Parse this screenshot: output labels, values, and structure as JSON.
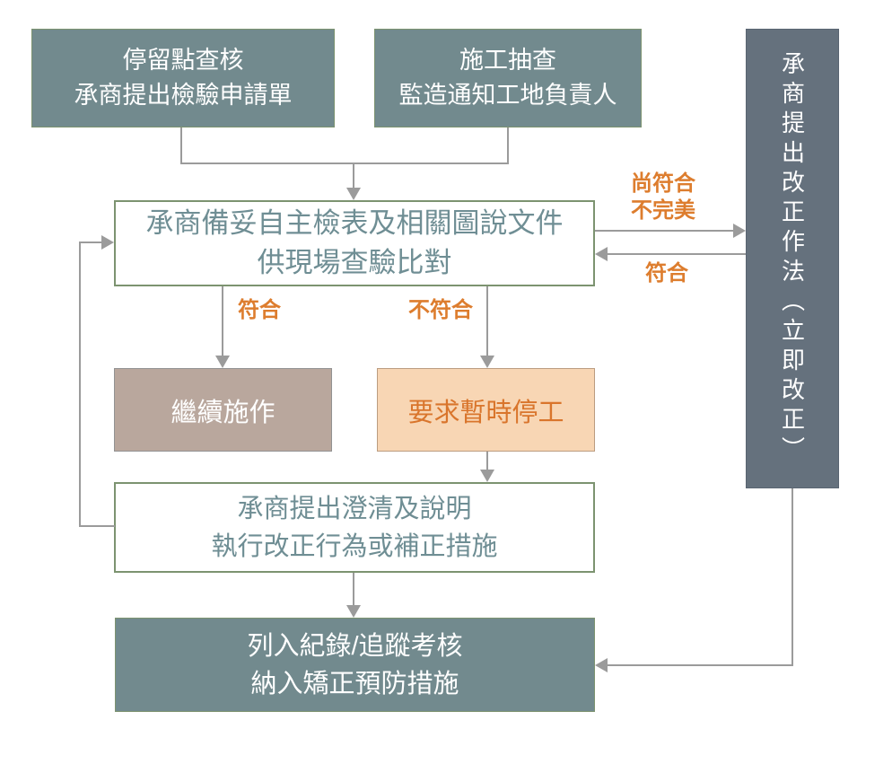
{
  "flowchart": {
    "boxes": {
      "hold_point": {
        "line1": "停留點查核",
        "line2": "承商提出檢驗申請單"
      },
      "spot_check": {
        "line1": "施工抽查",
        "line2": "監造通知工地負責人"
      },
      "corrective": {
        "text": "承商提出改正作法（立即改正）"
      },
      "main_check": {
        "line1": "承商備妥自主檢表及相關圖說文件",
        "line2": "供現場查驗比對"
      },
      "continue_work": {
        "text": "繼續施作"
      },
      "stop_work": {
        "text": "要求暫時停工"
      },
      "clarify": {
        "line1": "承商提出澄清及說明",
        "line2": "執行改正行為或補正措施"
      },
      "record": {
        "line1": "列入紀錄/追蹤考核",
        "line2": "納入矯正預防措施"
      }
    },
    "labels": {
      "pass_left": "符合",
      "fail": "不符合",
      "partial_line1": "尚符合",
      "partial_line2": "不完美",
      "pass_right": "符合"
    },
    "colors": {
      "teal_fill": "#728a8e",
      "slate_fill": "#65717d",
      "taupe_fill": "#b9a79d",
      "peach_fill": "#f8d6b4",
      "orange_label": "#dd7d2e",
      "orange_text": "#d9752c",
      "green_border": "#7c9370",
      "teal_text": "#6f8e94",
      "arrow_gray": "#9b9b9b",
      "white_text": "#ffffff"
    }
  }
}
